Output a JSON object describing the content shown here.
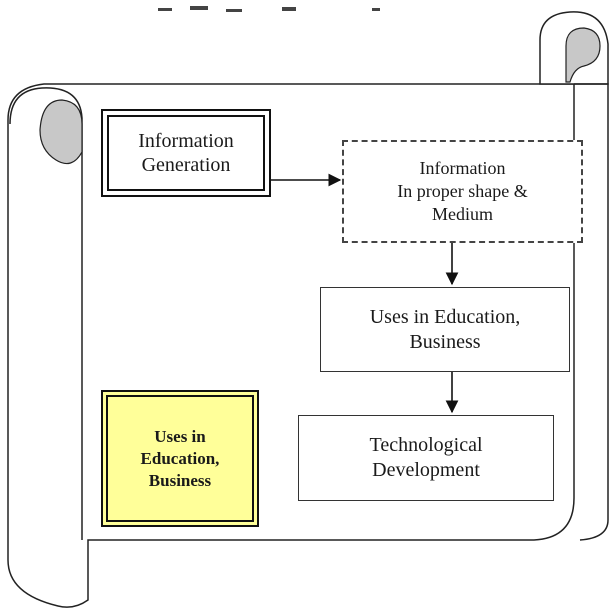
{
  "diagram": {
    "top_text_fragment": "",
    "boxes": {
      "information_generation": "Information\nGeneration",
      "information_in_proper_shape": "Information\nIn proper shape &\nMedium",
      "uses_in_education": "Uses in Education,\nBusiness",
      "technological_development": "Technological\nDevelopment",
      "uses_highlight": "Uses in\nEducation,\nBusiness"
    },
    "colors": {
      "highlight_fill": "#ffff99",
      "scroll_fill": "#ffffff",
      "scroll_shadow": "#c8c8c8",
      "stroke": "#222222"
    },
    "edges": [
      [
        "information_generation",
        "information_in_proper_shape"
      ],
      [
        "information_in_proper_shape",
        "uses_in_education"
      ],
      [
        "uses_in_education",
        "technological_development"
      ]
    ]
  }
}
